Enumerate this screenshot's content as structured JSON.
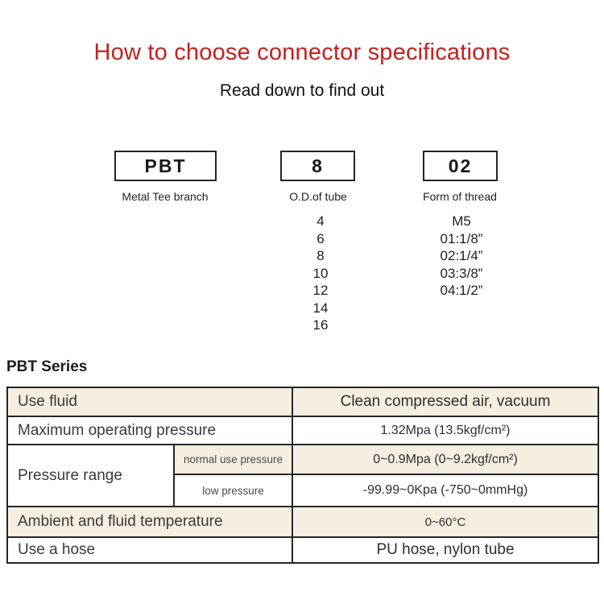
{
  "header": {
    "title": "How to choose connector specifications",
    "subtitle": "Read down to find out"
  },
  "code_breakdown": {
    "segments": [
      {
        "code": "PBT",
        "label": "Metal Tee branch",
        "options": []
      },
      {
        "code": "8",
        "label": "O.D.of tube",
        "options": [
          "4",
          "6",
          "8",
          "10",
          "12",
          "14",
          "16"
        ]
      },
      {
        "code": "02",
        "label": "Form of thread",
        "options": [
          "M5",
          "01:1/8”",
          "02:1/4”",
          "03:3/8”",
          "04:1/2”"
        ]
      }
    ]
  },
  "series": {
    "heading": "PBT Series"
  },
  "spec_table": {
    "rows": [
      {
        "label": "Use fluid",
        "value": "Clean compressed air, vacuum"
      },
      {
        "label": "Maximum operating pressure",
        "value": "1.32Mpa (13.5kgf/cm²)"
      },
      {
        "label": "Pressure range",
        "sub_rows": [
          {
            "label": "normal use pressure",
            "value": "0~0.9Mpa (0~9.2kgf/cm²)"
          },
          {
            "label": "low pressure",
            "value": "-99.99~0Kpa (-750~0mmHg)"
          }
        ]
      },
      {
        "label": "Ambient and fluid temperature",
        "value": "0~60°C"
      },
      {
        "label": "Use a hose",
        "value": "PU hose, nylon tube"
      }
    ]
  },
  "colors": {
    "title_red": "#c32120",
    "row_beige": "#f5eee1",
    "border": "#262626"
  }
}
